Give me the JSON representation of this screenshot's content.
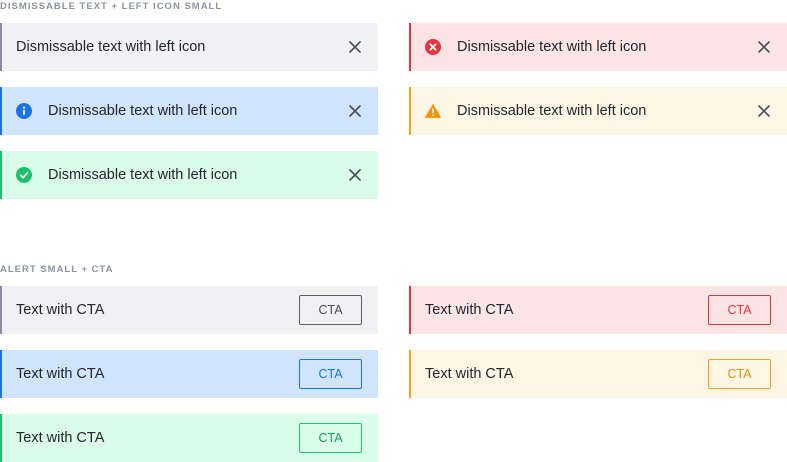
{
  "section1": {
    "title": "DISMISSABLE TEXT + LEFT ICON SMALL",
    "alerts": [
      {
        "variant": "neutral",
        "text": "Dismissable text with left icon",
        "icon": null,
        "close_icon": "close-icon"
      },
      {
        "variant": "error",
        "text": "Dismissable text with left icon",
        "icon": "error-circle-icon",
        "close_icon": "close-icon"
      },
      {
        "variant": "info",
        "text": "Dismissable text with left icon",
        "icon": "info-circle-icon",
        "close_icon": "close-icon"
      },
      {
        "variant": "warning",
        "text": "Dismissable text with left icon",
        "icon": "warning-triangle-icon",
        "close_icon": "close-icon"
      },
      {
        "variant": "success",
        "text": "Dismissable text with left icon",
        "icon": "check-circle-icon",
        "close_icon": "close-icon"
      }
    ]
  },
  "section2": {
    "title": "ALERT SMALL + CTA",
    "alerts": [
      {
        "variant": "neutral",
        "text": "Text with CTA",
        "cta": "CTA"
      },
      {
        "variant": "error",
        "text": "Text with CTA",
        "cta": "CTA"
      },
      {
        "variant": "info",
        "text": "Text with CTA",
        "cta": "CTA"
      },
      {
        "variant": "warning",
        "text": "Text with CTA",
        "cta": "CTA"
      },
      {
        "variant": "success",
        "text": "Text with CTA",
        "cta": "CTA"
      }
    ]
  },
  "colors": {
    "neutral": "#8d8aa4",
    "info": "#1b73e8",
    "success": "#1cc06a",
    "error": "#e8323f",
    "warning": "#f5a417"
  }
}
